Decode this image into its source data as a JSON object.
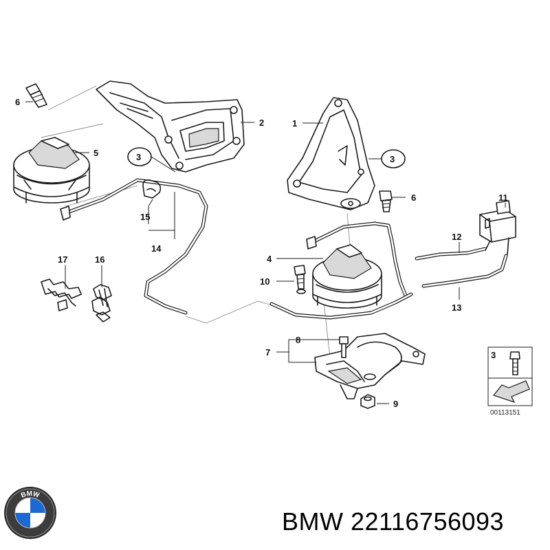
{
  "diagram": {
    "callouts": {
      "c1": "1",
      "c2": "2",
      "c3a": "3",
      "c3b": "3",
      "c4": "4",
      "c5": "5",
      "c6a": "6",
      "c6b": "6",
      "c7": "7",
      "c8": "8",
      "c9": "9",
      "c10": "10",
      "c11": "11",
      "c12": "12",
      "c13": "13",
      "c14": "14",
      "c15": "15",
      "c16": "16",
      "c17": "17"
    },
    "inset": {
      "ref_number": "3",
      "drawing_code": "00113151"
    }
  },
  "logo": {
    "brand_text": "BMW"
  },
  "caption": {
    "text": "BMW 22116756093"
  },
  "colors": {
    "line": "#1a1a1a",
    "guide": "#8a8a8a",
    "logo_blue": "#1c69d4"
  }
}
